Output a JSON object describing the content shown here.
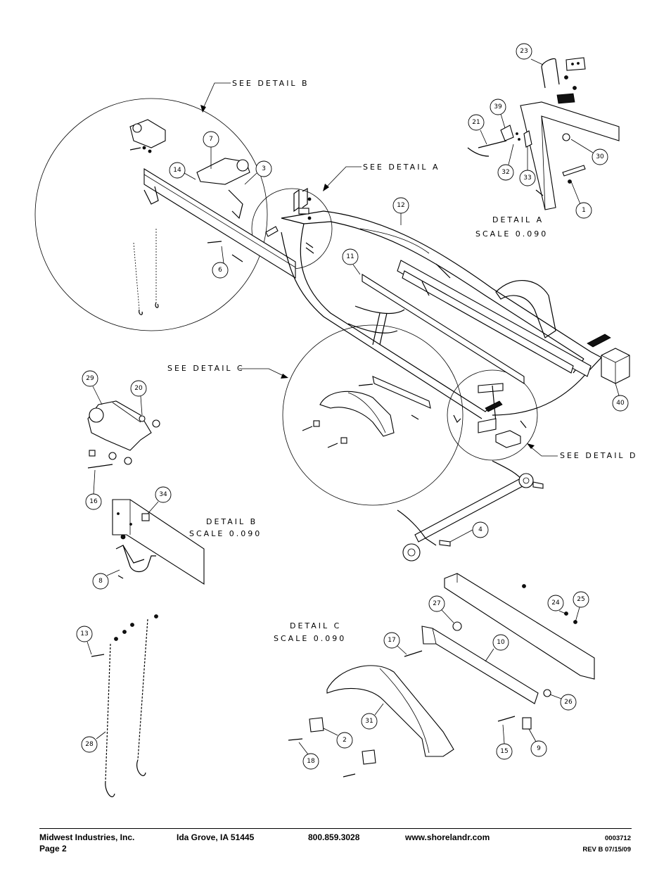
{
  "callouts": {
    "see_detail_b": "SEE DETAIL B",
    "see_detail_a": "SEE DETAIL A",
    "see_detail_c": "SEE DETAIL C",
    "see_detail_d": "SEE DETAIL D"
  },
  "details": {
    "a": {
      "title": "DETAIL A",
      "scale": "SCALE 0.090"
    },
    "b": {
      "title": "DETAIL B",
      "scale": "SCALE 0.090"
    },
    "c": {
      "title": "DETAIL C",
      "scale": "SCALE 0.090"
    }
  },
  "part_numbers": {
    "p1": "1",
    "p2": "2",
    "p3": "3",
    "p4": "4",
    "p6": "6",
    "p7": "7",
    "p8": "8",
    "p9": "9",
    "p10": "10",
    "p11": "11",
    "p12": "12",
    "p13": "13",
    "p14": "14",
    "p15": "15",
    "p16": "16",
    "p18": "18",
    "p20": "20",
    "p21": "21",
    "p23": "23",
    "p24": "24",
    "p25": "25",
    "p26": "26",
    "p27": "27",
    "p28": "28",
    "p29": "29",
    "p30": "30",
    "p31": "31",
    "p32": "32",
    "p33": "33",
    "p34": "34",
    "p39": "39",
    "p40": "40",
    "p17": "17"
  },
  "footer": {
    "company": "Midwest Industries, Inc.",
    "page": "Page 2",
    "city": "Ida Grove, IA  51445",
    "phone": "800.859.3028",
    "website": "www.shorelandr.com",
    "doc_number": "0003712",
    "revision": "REV B  07/15/09"
  }
}
